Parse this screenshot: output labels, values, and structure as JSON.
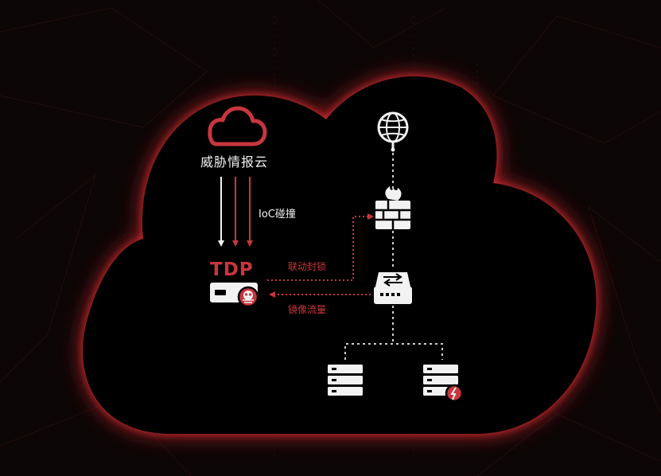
{
  "labels": {
    "threat_intel_cloud": "威胁情报云",
    "ioc_collision": "IoC碰撞",
    "tdp": "TDP",
    "linkage_block": "联动封锁",
    "mirror_traffic": "镜像流量"
  },
  "colors": {
    "background": "#0c0606",
    "cloud_fill": "#000000",
    "cloud_glow": "#e0262e",
    "accent_red": "#c8363d",
    "icon_white": "#f2f2f2",
    "dashed_line": "#cfcfcf"
  },
  "icons": [
    "cloud-icon",
    "globe-icon",
    "firewall-icon",
    "switch-icon",
    "tdp-device-icon",
    "server-icon",
    "infected-server-icon"
  ]
}
